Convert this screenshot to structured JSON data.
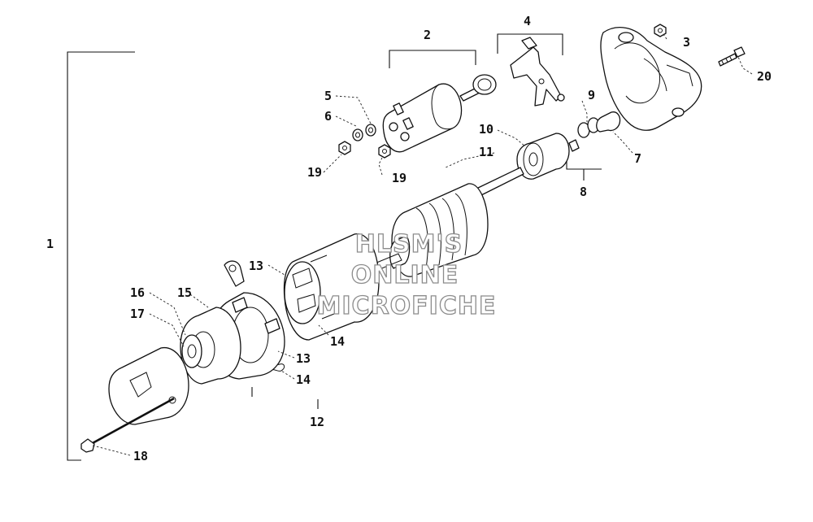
{
  "callouts": [
    "1",
    "2",
    "3",
    "4",
    "5",
    "6",
    "7",
    "8",
    "9",
    "10",
    "11",
    "12",
    "13",
    "14",
    "13",
    "14",
    "15",
    "16",
    "17",
    "18",
    "19",
    "19",
    "20"
  ],
  "watermark": [
    "HLSM'S",
    "ONLINE",
    "MICROFICHE"
  ],
  "colors": {
    "ink": "#111111",
    "watermark_outline": "#8c8c8c",
    "background": "#ffffff"
  }
}
